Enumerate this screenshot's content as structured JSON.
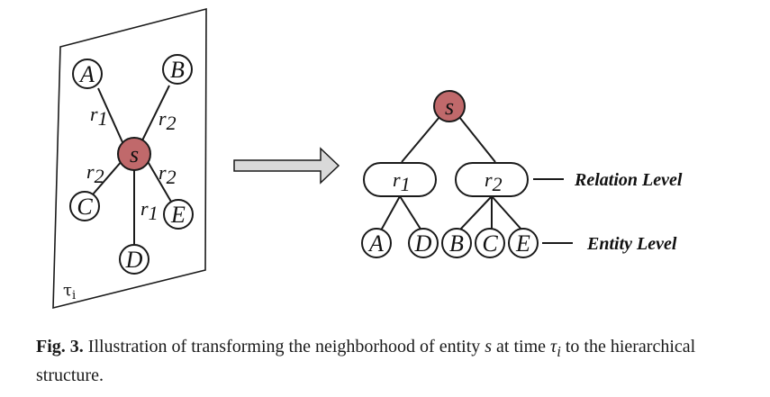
{
  "left_graph": {
    "center": "s",
    "neighbors": [
      "A",
      "B",
      "C",
      "D",
      "E"
    ],
    "edge_labels": [
      {
        "main": "r",
        "sub": "1"
      },
      {
        "main": "r",
        "sub": "2"
      },
      {
        "main": "r",
        "sub": "2"
      },
      {
        "main": "r",
        "sub": "2"
      },
      {
        "main": "r",
        "sub": "1"
      }
    ],
    "time_label": "τ",
    "time_sub": "i"
  },
  "tree": {
    "root": "s",
    "relations": [
      {
        "main": "r",
        "sub": "1"
      },
      {
        "main": "r",
        "sub": "2"
      }
    ],
    "entities": [
      "A",
      "D",
      "B",
      "C",
      "E"
    ]
  },
  "levels": {
    "relation": "Relation Level",
    "entity": "Entity Level"
  },
  "colors": {
    "center_fill": "#c0696b",
    "arrow_fill": "#d9d9d9",
    "line": "#1a1a1a"
  },
  "caption": {
    "label": "Fig. 3.",
    "text_before": "Illustration of transforming the neighborhood of entity",
    "entity": "s",
    "text_mid": "at time",
    "time": "τ",
    "time_sub": "i",
    "text_after": "to the hierarchical structure."
  }
}
